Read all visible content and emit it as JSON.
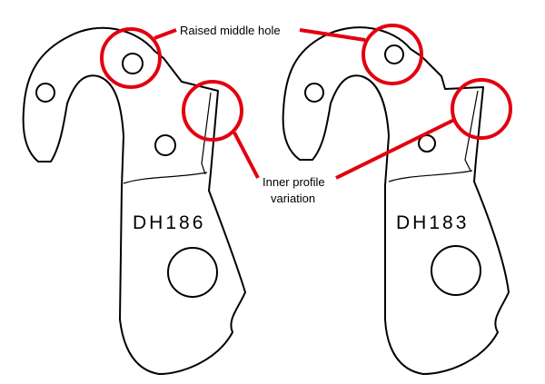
{
  "parts": [
    {
      "id": "left",
      "label": "DH186"
    },
    {
      "id": "right",
      "label": "DH183"
    }
  ],
  "callouts": {
    "raised_middle_hole": "Raised middle hole",
    "inner_profile_line1": "Inner profile",
    "inner_profile_line2": "variation"
  },
  "colors": {
    "highlight": "#e3000f",
    "outline": "#000000",
    "background": "#ffffff"
  }
}
